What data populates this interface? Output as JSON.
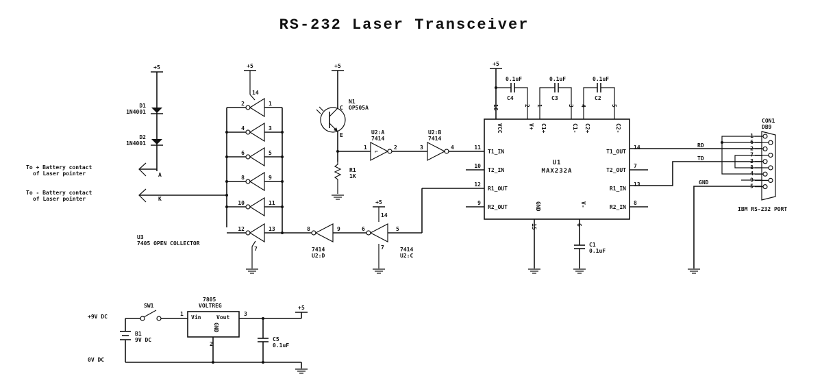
{
  "title": "RS-232 Laser Transceiver",
  "power_labels": {
    "vcc": "+5"
  },
  "diodes": {
    "d1": {
      "ref": "D1",
      "part": "1N4001"
    },
    "d2": {
      "ref": "D2",
      "part": "1N4001"
    }
  },
  "laser_contacts": {
    "plus_line1": "To + Battery contact",
    "plus_line2": "of Laser pointer",
    "plus_node": "A",
    "minus_line1": "To - Battery contact",
    "minus_line2": "of Laser pointer",
    "minus_node": "K"
  },
  "u3": {
    "ref": "U3",
    "part": "7405 OPEN COLLECTOR",
    "vcc_pin": "14",
    "gnd_pin": "7",
    "gates": [
      {
        "in": "2",
        "out": "1"
      },
      {
        "in": "4",
        "out": "3"
      },
      {
        "in": "6",
        "out": "5"
      },
      {
        "in": "8",
        "out": "9"
      },
      {
        "in": "10",
        "out": "11"
      },
      {
        "in": "12",
        "out": "13"
      }
    ]
  },
  "phototransistor": {
    "ref": "N1",
    "part": "OP505A",
    "collector": "C",
    "emitter": "E"
  },
  "r1": {
    "ref": "R1",
    "value": "1K"
  },
  "u2": {
    "a": {
      "ref": "U2:A",
      "part": "7414",
      "in": "1",
      "out": "2"
    },
    "b": {
      "ref": "U2:B",
      "part": "7414",
      "in": "3",
      "out": "4"
    },
    "c": {
      "ref": "U2:C",
      "part": "7414",
      "in": "6",
      "out": "5",
      "vcc_pin": "14",
      "gnd_pin": "7"
    },
    "d": {
      "ref": "U2:D",
      "part": "7414",
      "in": "8",
      "out": "9"
    }
  },
  "u1": {
    "ref": "U1",
    "part": "MAX232A",
    "top_pins": [
      {
        "name": "VCC",
        "num": "16"
      },
      {
        "name": "V+",
        "num": "2"
      },
      {
        "name": "C1+",
        "num": "1"
      },
      {
        "name": "C1-",
        "num": "3"
      },
      {
        "name": "C2+",
        "num": "4"
      },
      {
        "name": "C2-",
        "num": "5"
      }
    ],
    "left_pins": [
      {
        "name": "T1_IN",
        "num": "11"
      },
      {
        "name": "T2_IN",
        "num": "10"
      },
      {
        "name": "R1_OUT",
        "num": "12"
      },
      {
        "name": "R2_OUT",
        "num": "9"
      }
    ],
    "right_pins": [
      {
        "name": "T1_OUT",
        "num": "14"
      },
      {
        "name": "T2_OUT",
        "num": "7"
      },
      {
        "name": "R1_IN",
        "num": "13"
      },
      {
        "name": "R2_IN",
        "num": "8"
      }
    ],
    "bottom_pins": [
      {
        "name": "GND",
        "num": "15"
      },
      {
        "name": "V-",
        "num": "6"
      }
    ]
  },
  "capacitors": {
    "c1": {
      "ref": "C1",
      "value": "0.1uF"
    },
    "c2": {
      "ref": "C2",
      "value": "0.1uF"
    },
    "c3": {
      "ref": "C3",
      "value": "0.1uF"
    },
    "c4": {
      "ref": "C4",
      "value": "0.1uF"
    },
    "c5": {
      "ref": "C5",
      "value": "0.1uF"
    }
  },
  "connector": {
    "ref": "CON1",
    "type": "DB9",
    "caption": "IBM RS-232 PORT",
    "pin_order": [
      "1",
      "6",
      "2",
      "7",
      "3",
      "8",
      "4",
      "9",
      "5"
    ],
    "nets": {
      "rd": "RD",
      "td": "TD",
      "gnd": "GND"
    }
  },
  "power_supply": {
    "in_label": "+9V DC",
    "gnd_label": "0V DC",
    "switch": "SW1",
    "battery_ref": "B1",
    "battery_value": "9V DC",
    "reg_part": "7805",
    "reg_name": "VOLTREG",
    "reg_vin": "Vin",
    "reg_vout": "Vout",
    "reg_gnd": "GND",
    "pin_in": "1",
    "pin_gnd": "2",
    "pin_out": "3"
  }
}
